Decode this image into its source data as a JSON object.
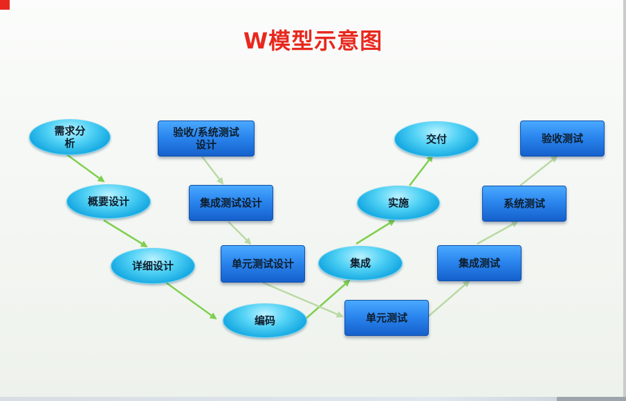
{
  "title": "W模型示意图",
  "colors": {
    "title": "#e8281e",
    "arrow_dev": "#7fcf4f",
    "arrow_test": "#b9d9a4",
    "ellipse": "#15a8e2",
    "box": "#2b86ee"
  },
  "nodes": {
    "requirements_analysis": "需求分析",
    "outline_design": "概要设计",
    "detailed_design": "详细设计",
    "coding": "编码",
    "integration": "集成",
    "implementation": "实施",
    "delivery": "交付",
    "acceptance_system_test_design": "验收/系统测试设计",
    "integration_test_design": "集成测试设计",
    "unit_test_design": "单元测试设计",
    "unit_test": "单元测试",
    "integration_test": "集成测试",
    "system_test": "系统测试",
    "acceptance_test": "验收测试"
  }
}
